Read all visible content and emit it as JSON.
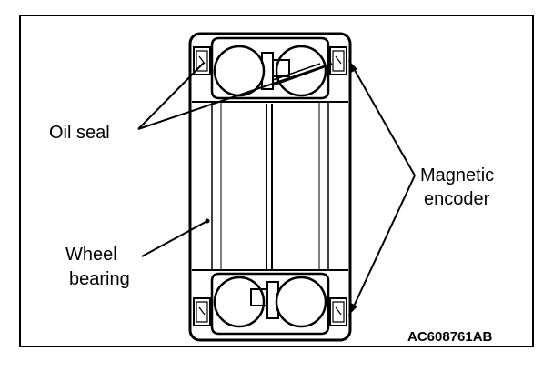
{
  "figure": {
    "labels": {
      "oil_seal": "Oil seal",
      "magnetic": "Magnetic",
      "encoder": "encoder",
      "wheel": "Wheel",
      "bearing": "bearing"
    },
    "figure_code": "AC608761AB"
  }
}
